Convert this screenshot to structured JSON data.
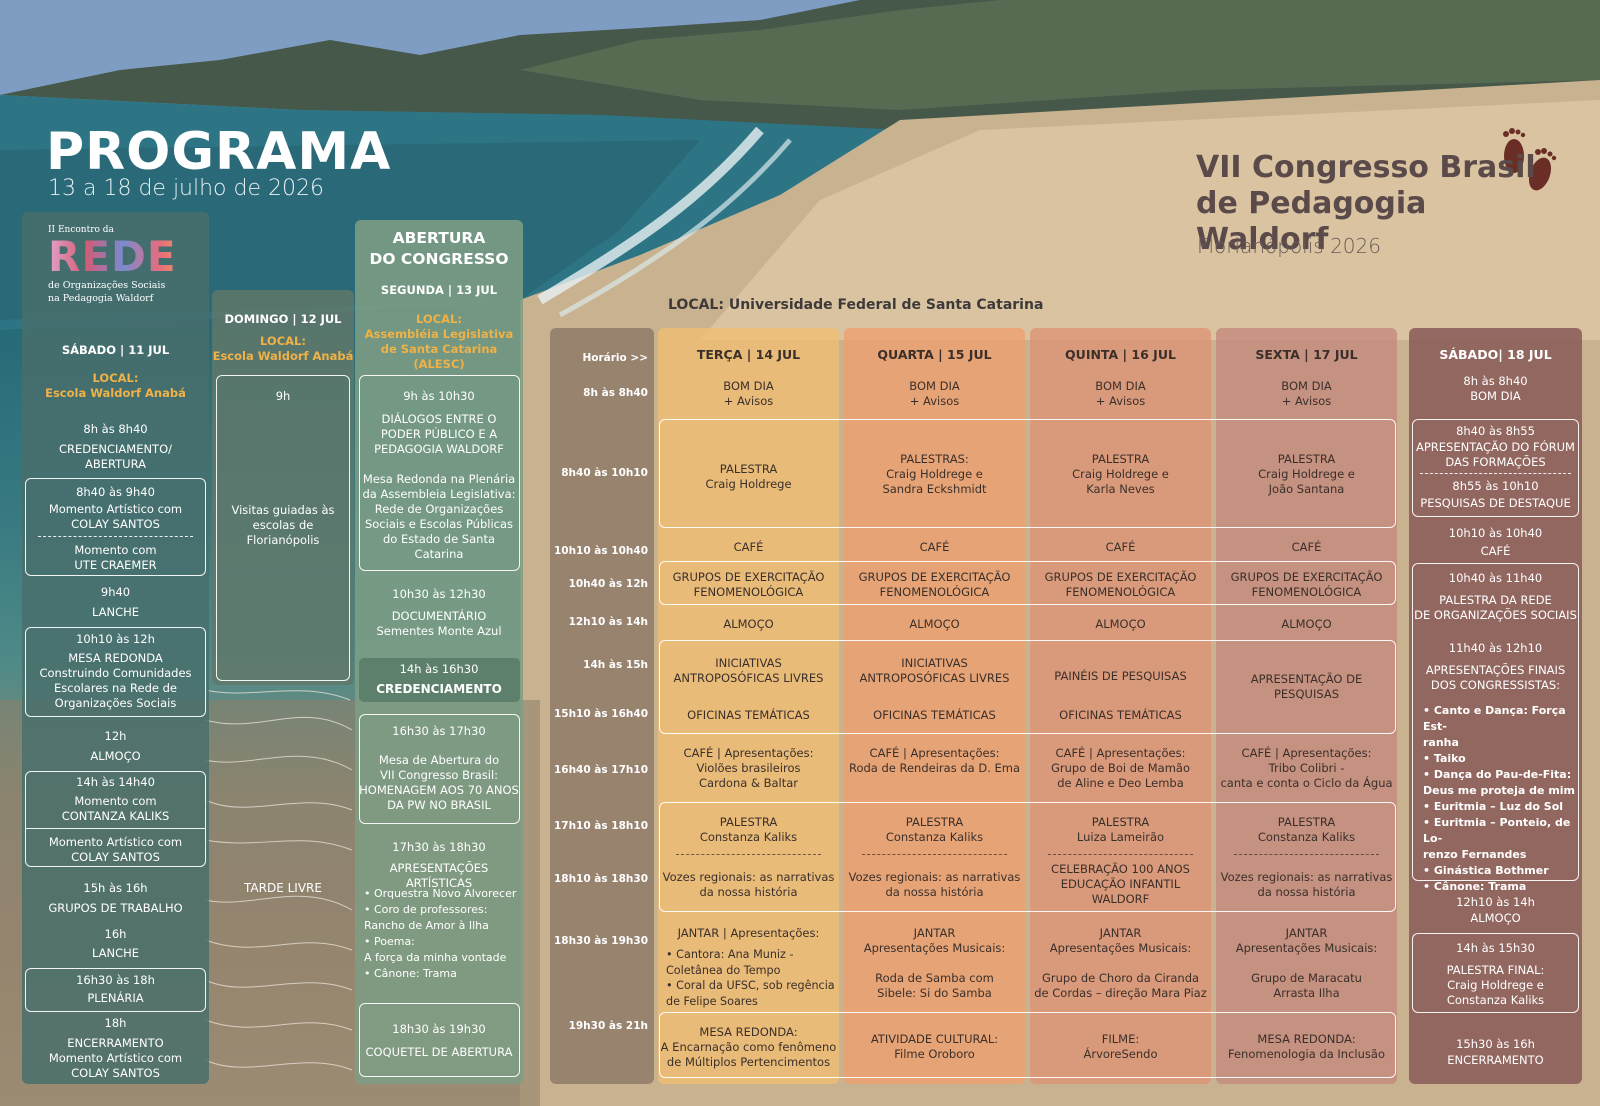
{
  "header": {
    "title": "PROGRAMA",
    "dates": "13 a 18 de julho de 2026",
    "congress_line1": "VII Congresso Brasil",
    "congress_line2": "de Pedagogia Waldorf",
    "city": "Florianópolis 2026",
    "local_main": "LOCAL: Universidade Federal de Santa Catarina"
  },
  "rede": {
    "small": "II Encontro da",
    "big": "REDE",
    "sub": "de Organizações Sociais na Pedagogia Waldorf"
  },
  "sabado11": {
    "day": "SÁBADO | 11 JUL",
    "local_label": "LOCAL:",
    "local": "Escola Waldorf Anabá",
    "t1": "8h às 8h40",
    "e1": "CREDENCIAMENTO/\nABERTURA",
    "t2": "8h40 às 9h40",
    "e2": "Momento Artístico com\nCOLAY SANTOS",
    "e2b": "Momento com\nUTE CRAEMER",
    "t3": "9h40",
    "e3": "LANCHE",
    "t4": "10h10 às 12h",
    "e4": "MESA REDONDA\nConstruindo Comunidades\nEscolares na Rede de\nOrganizações Sociais",
    "t5": "12h",
    "e5": "ALMOÇO",
    "t6": "14h às 14h40",
    "e6": "Momento com\nCONTANZA KALIKS",
    "e6b": "Momento Artístico com\nCOLAY SANTOS",
    "t7": "15h às 16h",
    "e7": "GRUPOS DE TRABALHO",
    "t8": "16h",
    "e8": "LANCHE",
    "t9": "16h30 às 18h",
    "e9": "PLENÁRIA",
    "t10": "18h",
    "e10": "ENCERRAMENTO\nMomento Artístico com\nCOLAY SANTOS"
  },
  "domingo12": {
    "day": "DOMINGO | 12 JUL",
    "local_label": "LOCAL:",
    "local": "Escola Waldorf Anabá",
    "t1": "9h",
    "e1": "Visitas guiadas às\nescolas de Florianópolis",
    "free": "TARDE LIVRE"
  },
  "segunda13": {
    "title": "ABERTURA\nDO CONGRESSO",
    "day": "SEGUNDA | 13 JUL",
    "local_label": "LOCAL:",
    "local": "Assembléia Legislativa\nde Santa Catarina (ALESC)",
    "t1": "9h às 10h30",
    "e1": "DIÁLOGOS ENTRE O\nPODER PÚBLICO E A\nPEDAGOGIA WALDORF",
    "e1b": "Mesa Redonda na Plenária\nda Assembleia Legislativa:\nRede de Organizações\nSociais e Escolas Públicas\ndo Estado de Santa\nCatarina",
    "t2": "10h30 às 12h30",
    "e2": "DOCUMENTÁRIO\nSementes Monte Azul",
    "t3": "14h às 16h30",
    "e3": "CREDENCIAMENTO",
    "t4": "16h30 às 17h30",
    "e4": "Mesa de Abertura do\nVII Congresso Brasil:\nHOMENAGEM AOS 70 ANOS\nDA PW NO BRASIL",
    "t5": "17h30 às 18h30",
    "e5": "APRESENTAÇÕES ARTÍSTICAS",
    "e5list": "• Orquestra Novo Alvorecer\n• Coro de professores:\nRancho de Amor à Ilha\n• Poema:\nA força da minha vontade\n• Cânone: Trama",
    "t6": "18h30 às 19h30",
    "e6": "COQUETEL DE ABERTURA"
  },
  "grid": {
    "horario": "Horário >>",
    "times": [
      "8h às 8h40",
      "8h40 às 10h10",
      "10h10 às 10h40",
      "10h40 às 12h",
      "12h10 às 14h",
      "14h às 15h",
      "15h10 às 16h40",
      "16h40 às 17h10",
      "17h10 às 18h10",
      "18h10 às 18h30",
      "18h30 às 19h30",
      "19h30 às 21h"
    ],
    "days": [
      {
        "head": "TERÇA  | 14 JUL",
        "r1": "BOM DIA\n+ Avisos",
        "r2": "PALESTRA\nCraig Holdrege",
        "r3": "CAFÉ",
        "r4": "GRUPOS DE EXERCITAÇÃO\nFENOMENOLÓGICA",
        "r5": "ALMOÇO",
        "r6": "INICIATIVAS\nANTROPOSÓFICAS LIVRES",
        "r7": "OFICINAS TEMÁTICAS",
        "r8": "CAFÉ |  Apresentações:\nViolões brasileiros\nCardona & Baltar",
        "r9": "PALESTRA\nConstanza Kaliks",
        "r10": "Vozes regionais: as narrativas\nda nossa história",
        "r11": "JANTAR | Apresentações:",
        "r11list": "• Cantora: Ana Muniz -\nColetânea do Tempo\n• Coral da UFSC, sob regência\nde Felipe Soares",
        "r12": "MESA REDONDA:\nA Encarnação como fenômeno\nde Múltiplos Pertencimentos"
      },
      {
        "head": "QUARTA  | 15 JUL",
        "r1": "BOM DIA\n+ Avisos",
        "r2": "PALESTRAS:\nCraig Holdrege e\nSandra Eckshmidt",
        "r3": "CAFÉ",
        "r4": "GRUPOS DE EXERCITAÇÃO\nFENOMENOLÓGICA",
        "r5": "ALMOÇO",
        "r6": "INICIATIVAS\nANTROPOSÓFICAS LIVRES",
        "r7": "OFICINAS TEMÁTICAS",
        "r8": "CAFÉ |  Apresentações:\nRoda de Rendeiras da D. Ema",
        "r9": "PALESTRA\nConstanza Kaliks",
        "r10": "Vozes regionais: as narrativas\nda nossa história",
        "r11": "JANTAR\nApresentações Musicais:",
        "r11b": "Roda de Samba com\nSibele: Si do Samba",
        "r12": "ATIVIDADE CULTURAL:\nFilme Oroboro"
      },
      {
        "head": "QUINTA  | 16 JUL",
        "r1": "BOM DIA\n+ Avisos",
        "r2": "PALESTRA\nCraig Holdrege e\nKarla Neves",
        "r3": "CAFÉ",
        "r4": "GRUPOS DE EXERCITAÇÃO\nFENOMENOLÓGICA",
        "r5": "ALMOÇO",
        "r6": "PAINÉIS DE PESQUISAS",
        "r7": "OFICINAS TEMÁTICAS",
        "r8": "CAFÉ |  Apresentações:\nGrupo de Boi de Mamão\nde Aline e Deo Lemba",
        "r9": "PALESTRA\nLuiza Lameirão",
        "r10": "CELEBRAÇÃO 100 ANOS\nEDUCAÇÃO INFANTIL\nWALDORF",
        "r11": "JANTAR\nApresentações Musicais:",
        "r11b": "Grupo de Choro da Ciranda\nde Cordas – direção Mara Piaz",
        "r12": "FILME:\nÁrvoreSendo"
      },
      {
        "head": "SEXTA  | 17 JUL",
        "r1": "BOM DIA\n+ Avisos",
        "r2": "PALESTRA\nCraig Holdrege e\nJoão Santana",
        "r3": "CAFÉ",
        "r4": "GRUPOS DE EXERCITAÇÃO\nFENOMENOLÓGICA",
        "r5": "ALMOÇO",
        "r6": "APRESENTAÇÃO DE\nPESQUISAS",
        "r7": "",
        "r8": "CAFÉ |  Apresentações:\nTribo Colibri -\ncanta e conta o Ciclo da Água",
        "r9": "PALESTRA\nConstanza Kaliks",
        "r10": "Vozes regionais: as narrativas\nda nossa história",
        "r11": "JANTAR\nApresentações Musicais:",
        "r11b": "Grupo de Maracatu\nArrasta Ilha",
        "r12": "MESA REDONDA:\nFenomenologia da Inclusão"
      }
    ]
  },
  "sabado18": {
    "head": "SÁBADO| 18 JUL",
    "t1": "8h às 8h40",
    "e1": "BOM DIA",
    "t2": "8h40 às 8h55",
    "e2": "APRESENTAÇÃO DO FÓRUM\nDAS FORMAÇÕES",
    "t3": "8h55 às 10h10",
    "e3": "PESQUISAS DE DESTAQUE",
    "t4": "10h10 às 10h40",
    "e4": "CAFÉ",
    "t5": "10h40 às 11h40",
    "e5": "PALESTRA DA REDE\nDE ORGANIZAÇÕES SOCIAIS",
    "t6": "11h40 às 12h10",
    "e6": "APRESENTAÇÕES FINAIS\nDOS CONGRESSISTAS:",
    "e6list": "• Canto e Dança: Força Est-\nranha\n• Taiko\n• Dança do Pau-de-Fita:\nDeus me proteja de mim\n• Euritmia – Luz do Sol\n• Euritmia – Ponteio, de Lo-\nrenzo Fernandes\n• Ginástica Bothmer\n• Cânone: Trama",
    "t7": "12h10 às 14h",
    "e7": "ALMOÇO",
    "t8": "14h às 15h30",
    "e8": "PALESTRA FINAL:\nCraig Holdrege e\nConstanza Kaliks",
    "t9": "15h30 às 16h",
    "e9": "ENCERRAMENTO"
  },
  "colors": {
    "sat11": "#4d6e6c",
    "sun12": "#657a6e",
    "mon13": "#7e9d84",
    "times": "#8a7566",
    "tue": "#f2c27a",
    "wed": "#efa57a",
    "thu": "#e39a7d",
    "fri": "#c88b7e",
    "sat18": "#8a5f5d",
    "orange_label": "#f0b247"
  }
}
